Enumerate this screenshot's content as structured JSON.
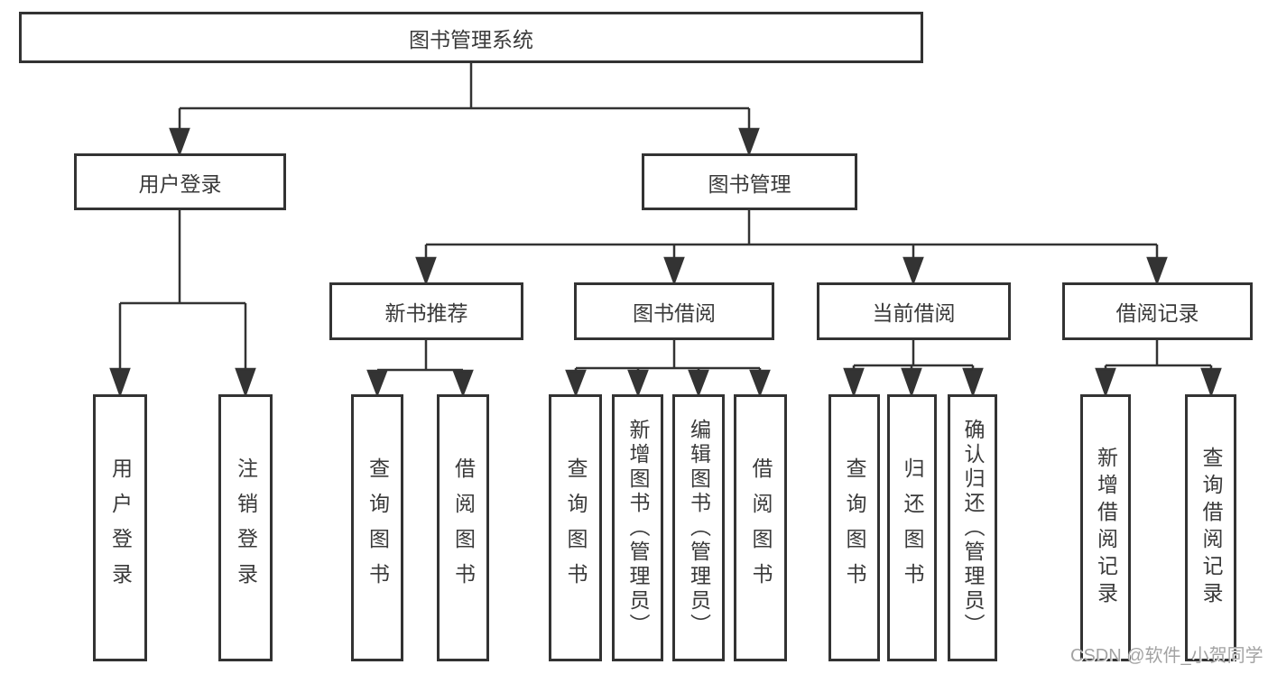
{
  "diagram": {
    "root": {
      "label": "图书管理系统"
    },
    "level2": {
      "user_login": {
        "label": "用户登录"
      },
      "book_management": {
        "label": "图书管理"
      }
    },
    "level3": {
      "new_book_recommend": {
        "label": "新书推荐"
      },
      "book_borrowing": {
        "label": "图书借阅"
      },
      "current_borrowing": {
        "label": "当前借阅"
      },
      "borrowing_records": {
        "label": "借阅记录"
      }
    },
    "leaves": {
      "user_login_children": [
        "用户登录",
        "注销登录"
      ],
      "new_book_recommend_children": [
        "查询图书",
        "借阅图书"
      ],
      "book_borrowing_children": [
        "查询图书",
        "新增图书（管理员）",
        "编辑图书（管理员）",
        "借阅图书"
      ],
      "current_borrowing_children": [
        "查询图书",
        "归还图书",
        "确认归还（管理员）"
      ],
      "borrowing_records_children": [
        "新增借阅记录",
        "查询借阅记录"
      ]
    },
    "watermark": "CSDN @软件_小贺同学",
    "colors": {
      "line": "#333333",
      "box_border": "#333333",
      "text": "#3a3a3a",
      "watermark": "#a3a3a3",
      "background": "#ffffff"
    }
  }
}
